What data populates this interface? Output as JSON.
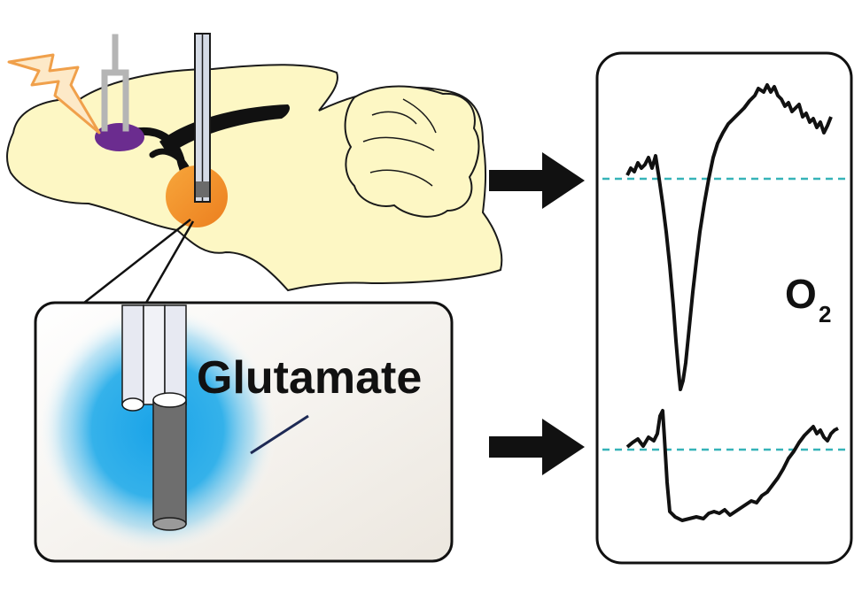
{
  "figure": {
    "inset_label": "Glutamate",
    "trace_label_main": "O",
    "trace_label_subscript": "2"
  },
  "colors": {
    "brain_fill": "#fdf7c4",
    "stim_site": "#6b2c8f",
    "recording_site": "#f2962b",
    "glow": "#1aa3e8",
    "baseline": "#36b3b8",
    "trace": "#111111",
    "lightning_fill": "#fde9c8",
    "lightning_stroke": "#f0a04b"
  },
  "icons": {
    "stimulus": "lightning-bolt-icon",
    "stimulating_electrode": "stimulating-electrode-icon",
    "recording_probe": "recording-probe-icon",
    "arrow_top": "arrow-right-icon",
    "arrow_bottom": "arrow-right-icon"
  }
}
